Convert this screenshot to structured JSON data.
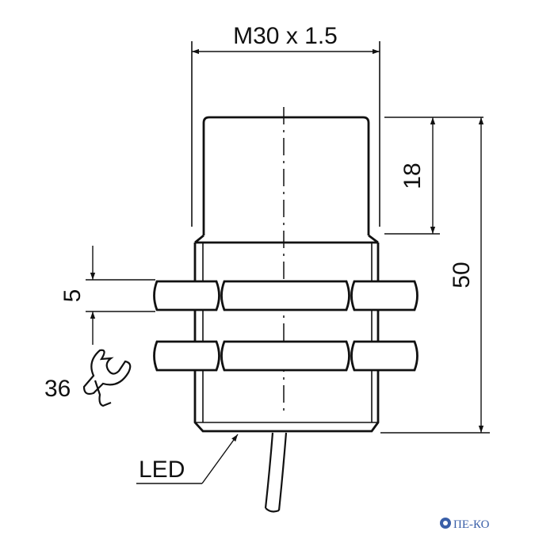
{
  "drawing": {
    "thread_label": "M30 x 1.5",
    "dim_face": "18",
    "dim_total": "50",
    "dim_nut": "5",
    "dim_wrench": "36",
    "led_label": "LED",
    "line_color": "#111111"
  },
  "watermark": {
    "text": "ПЕ-КО",
    "color": "#3a5fa8"
  }
}
